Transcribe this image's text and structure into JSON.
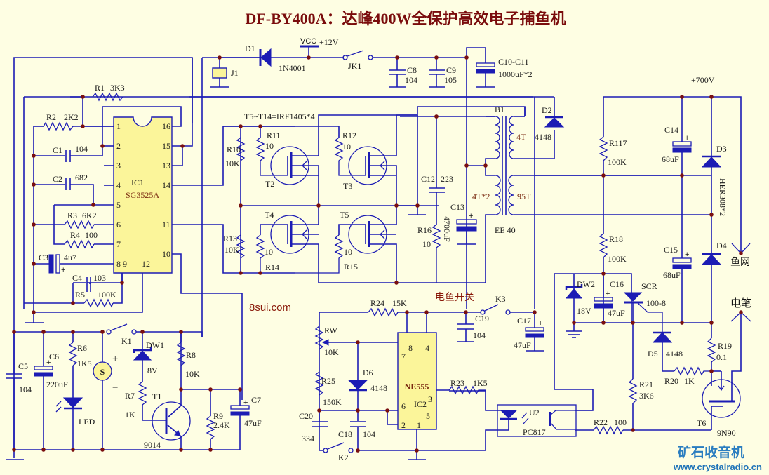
{
  "title": "DF-BY400A：达峰400W全保护高效电子捕鱼机",
  "watermark_site": "8sui.com",
  "logo": {
    "cn": "矿石收音机",
    "url": "www.crystalradio.cn"
  },
  "power": {
    "vcc": "VCC",
    "v12": "+12V",
    "v700": "+700V"
  },
  "ic1": {
    "ref": "IC1",
    "part": "SG3525A",
    "pins": [
      "1",
      "2",
      "3",
      "4",
      "5",
      "6",
      "7",
      "8 9",
      "12",
      "16",
      "15",
      "13",
      "14",
      "11",
      "10"
    ]
  },
  "ic2": {
    "ref": "IC2",
    "part": "NE555",
    "pins": [
      "8",
      "4",
      "7",
      "6",
      "2",
      "1",
      "3",
      "5"
    ]
  },
  "mosfet_note": "T5~T14=IRF1405*4",
  "transformer": {
    "ref": "B1",
    "core": "EE 40",
    "w1": "4T",
    "w2": "4T*2",
    "w3": "95T"
  },
  "resistors": [
    {
      "ref": "R1",
      "val": "3K3"
    },
    {
      "ref": "R2",
      "val": "2K2"
    },
    {
      "ref": "R3",
      "val": "6K2"
    },
    {
      "ref": "R4",
      "val": "100"
    },
    {
      "ref": "R5",
      "val": "100K"
    },
    {
      "ref": "R6",
      "val": "1K5"
    },
    {
      "ref": "R7",
      "val": "1K"
    },
    {
      "ref": "R8",
      "val": "10K"
    },
    {
      "ref": "R9",
      "val": "2.4K"
    },
    {
      "ref": "R10",
      "val": "10K"
    },
    {
      "ref": "R11",
      "val": "10"
    },
    {
      "ref": "R12",
      "val": "10"
    },
    {
      "ref": "R13",
      "val": "10K"
    },
    {
      "ref": "R14",
      "val": "10"
    },
    {
      "ref": "R15",
      "val": "10"
    },
    {
      "ref": "R16",
      "val": "10"
    },
    {
      "ref": "R117",
      "val": "100K"
    },
    {
      "ref": "R18",
      "val": "100K"
    },
    {
      "ref": "R19",
      "val": "0.1"
    },
    {
      "ref": "R20",
      "val": "1K"
    },
    {
      "ref": "R21",
      "val": "3K6"
    },
    {
      "ref": "R22",
      "val": "100"
    },
    {
      "ref": "R23",
      "val": "1K5"
    },
    {
      "ref": "R24",
      "val": "15K"
    },
    {
      "ref": "R25",
      "val": "150K"
    },
    {
      "ref": "RW",
      "val": "10K"
    }
  ],
  "capacitors": [
    {
      "ref": "C1",
      "val": "104"
    },
    {
      "ref": "C2",
      "val": "682"
    },
    {
      "ref": "C3",
      "val": "4u7"
    },
    {
      "ref": "C4",
      "val": "103"
    },
    {
      "ref": "C5",
      "val": "104"
    },
    {
      "ref": "C6",
      "val": "220uF"
    },
    {
      "ref": "C7",
      "val": "47uF"
    },
    {
      "ref": "C8",
      "val": "104"
    },
    {
      "ref": "C9",
      "val": "105"
    },
    {
      "ref": "C10-C11",
      "val": "1000uF*2"
    },
    {
      "ref": "C12",
      "val": "223"
    },
    {
      "ref": "C13",
      "val": "4700uF"
    },
    {
      "ref": "C14",
      "val": "68uF"
    },
    {
      "ref": "C15",
      "val": "68uF"
    },
    {
      "ref": "C16",
      "val": "47uF"
    },
    {
      "ref": "C17",
      "val": "47uF"
    },
    {
      "ref": "C18",
      "val": "104"
    },
    {
      "ref": "C19",
      "val": "104"
    },
    {
      "ref": "C20",
      "val": "334"
    }
  ],
  "diodes": [
    {
      "ref": "D1",
      "val": "1N4001"
    },
    {
      "ref": "D2",
      "val": "4148"
    },
    {
      "ref": "D3",
      "val": "HER308*2"
    },
    {
      "ref": "D4",
      "val": ""
    },
    {
      "ref": "D5",
      "val": "4148"
    },
    {
      "ref": "D6",
      "val": "4148"
    },
    {
      "ref": "DW1",
      "val": "8V"
    },
    {
      "ref": "DW2",
      "val": "18V"
    },
    {
      "ref": "LED",
      "val": ""
    }
  ],
  "transistors": [
    {
      "ref": "T1",
      "val": "9014"
    },
    {
      "ref": "T2",
      "val": ""
    },
    {
      "ref": "T3",
      "val": ""
    },
    {
      "ref": "T4",
      "val": ""
    },
    {
      "ref": "T5",
      "val": ""
    },
    {
      "ref": "T6",
      "val": "9N90"
    }
  ],
  "others": {
    "j1": "J1",
    "jk1": "JK1",
    "k1": "K1",
    "k2": "K2",
    "k3": "K3",
    "scr": "SCR",
    "scr_val": "100-8",
    "u2": "U2",
    "u2_part": "PC817",
    "buzzer": "S",
    "plus": "+",
    "minus": "−",
    "fish_switch": "电鱼开关",
    "fish_net": "鱼网",
    "pen": "电笔"
  }
}
